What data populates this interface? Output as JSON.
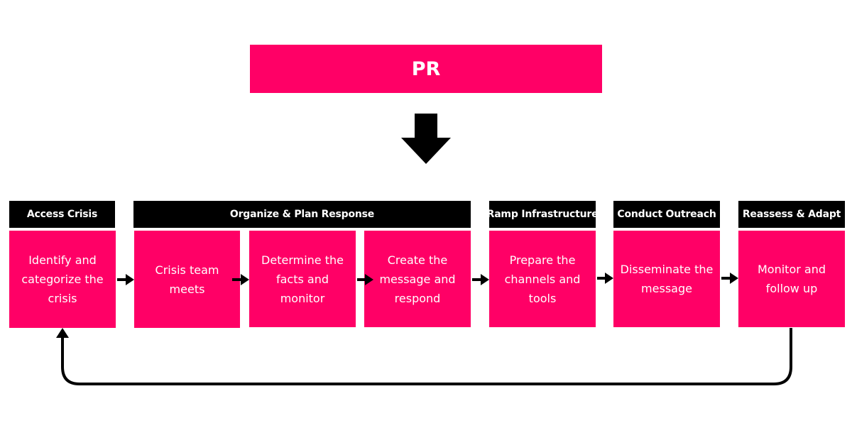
{
  "colors": {
    "accent": "#ff0066",
    "header": "#000000",
    "connector": "#000000"
  },
  "top": {
    "label": "PR"
  },
  "phases": [
    {
      "label": "Access Crisis"
    },
    {
      "label": "Organize & Plan Response"
    },
    {
      "label": "Ramp Infrastructure"
    },
    {
      "label": "Conduct Outreach"
    },
    {
      "label": "Reassess & Adapt"
    }
  ],
  "steps": [
    {
      "label": "Identify and categorize the crisis"
    },
    {
      "label": "Crisis team meets"
    },
    {
      "label": "Determine the facts and monitor"
    },
    {
      "label": "Create the message and respond"
    },
    {
      "label": "Prepare the channels and tools"
    },
    {
      "label": "Disseminate the message"
    },
    {
      "label": "Monitor and follow up"
    }
  ],
  "icons": {
    "down": "down-arrow-icon",
    "flow": "right-arrow-icon",
    "loop": "return-loop-arrow-icon"
  }
}
